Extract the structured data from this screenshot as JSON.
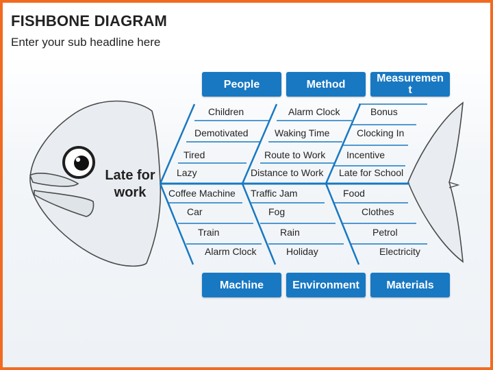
{
  "header": {
    "title": "FISHBONE DIAGRAM",
    "subtitle": "Enter your sub headline here"
  },
  "effect": "Late for work",
  "colors": {
    "accent": "#1878c2",
    "frame": "#f26a21",
    "fish_fill": "#e9edf1",
    "fish_outline": "#4a4a4a"
  },
  "categories": {
    "top": [
      "People",
      "Method",
      "Measurement"
    ],
    "bottom": [
      "Machine",
      "Environment",
      "Materials"
    ]
  },
  "causes": {
    "people": [
      "Children",
      "Demotivated",
      "Tired",
      "Lazy"
    ],
    "method": [
      "Alarm Clock",
      "Waking Time",
      "Route to Work",
      "Distance to Work"
    ],
    "measurement": [
      "Bonus",
      "Clocking In",
      "Incentive",
      "Late for School"
    ],
    "machine": [
      "Coffee Machine",
      "Car",
      "Train",
      "Alarm Clock"
    ],
    "environment": [
      "Traffic Jam",
      "Fog",
      "Rain",
      "Holiday"
    ],
    "materials": [
      "Food",
      "Clothes",
      "Petrol",
      "Electricity"
    ]
  }
}
